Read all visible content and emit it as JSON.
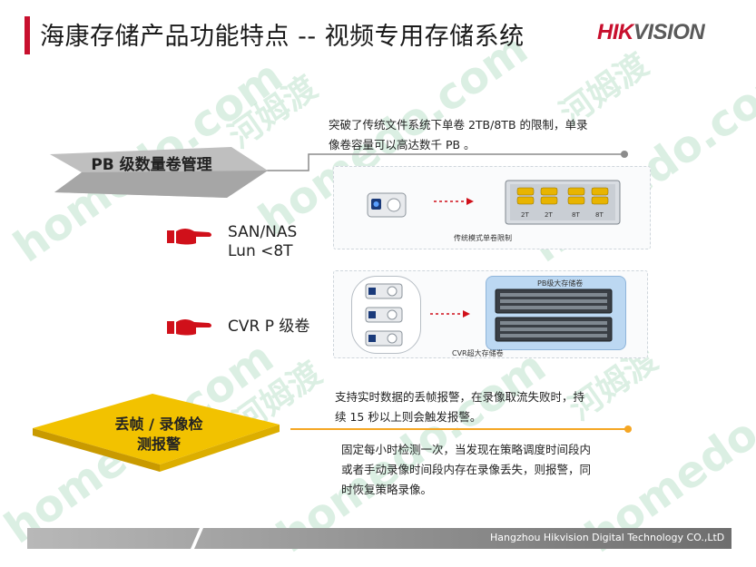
{
  "header": {
    "title": "海康存储产品功能特点 -- 视频专用存储系统",
    "logo_red": "HIK",
    "logo_dark": "VISION"
  },
  "section1": {
    "diamond_label": "PB 级数量卷管理",
    "description_line1": "突破了传统文件系统下单卷 2TB/8TB 的限制，单录",
    "description_line2": "像卷容量可以高达数千 PB 。",
    "traditional_caption": "传统模式单卷限制",
    "disk_labels": [
      "2T",
      "2T",
      "8T",
      "8T"
    ],
    "item1_line1": "SAN/NAS",
    "item1_line2": "Lun <8T",
    "item2_label": "CVR P 级卷",
    "cvr_box_caption": "PB级大存储卷",
    "cvr_caption": "CVR超大存储卷"
  },
  "section2": {
    "diamond_line1": "丢帧 / 录像检",
    "diamond_line2": "测报警",
    "paragraph1_line1": "支持实时数据的丢帧报警，在录像取流失败时，持",
    "paragraph1_line2": "续 15 秒以上则会触发报警。",
    "paragraph2_line1": "固定每小时检测一次，当发现在策略调度时间段内",
    "paragraph2_line2": "或者手动录像时间段内存在录像丢失，则报警，同",
    "paragraph2_line3": "时恢复策略录像。"
  },
  "footer": {
    "company": "Hangzhou Hikvision Digital Technology CO.,LtD"
  },
  "watermark": {
    "text_latin": "homedo.com",
    "text_cn": "河姆渡"
  },
  "colors": {
    "accent_red": "#c8102e",
    "diamond_gray": "#bfbfbf",
    "diamond_gold": "#f2c200",
    "line_gray": "#8c8c8c",
    "line_orange": "#f5a623",
    "pointer_red": "#d0101a"
  },
  "icons": [
    "pointing-hand-icon",
    "camera-icon",
    "dvr-icon",
    "storage-server-icon",
    "hard-disk-icon"
  ]
}
